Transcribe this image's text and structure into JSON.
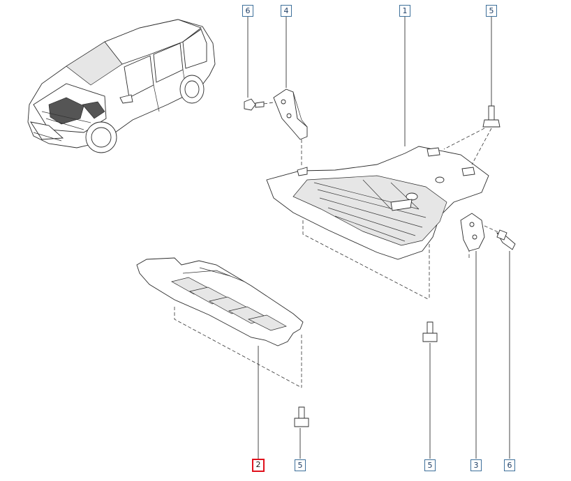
{
  "diagram": {
    "callouts": [
      {
        "id": "c6-top",
        "label": "6"
      },
      {
        "id": "c4-top",
        "label": "4"
      },
      {
        "id": "c1-top",
        "label": "1"
      },
      {
        "id": "c5-top",
        "label": "5"
      },
      {
        "id": "c2-bottom",
        "label": "2",
        "selected": true
      },
      {
        "id": "c5-bottom-left",
        "label": "5"
      },
      {
        "id": "c5-bottom-mid",
        "label": "5"
      },
      {
        "id": "c3-bottom",
        "label": "3"
      },
      {
        "id": "c6-bottom",
        "label": "6"
      }
    ],
    "colors": {
      "callout_border": "#3d6f9a",
      "selected_border": "#e0101c",
      "line": "#2a2a2a"
    }
  }
}
